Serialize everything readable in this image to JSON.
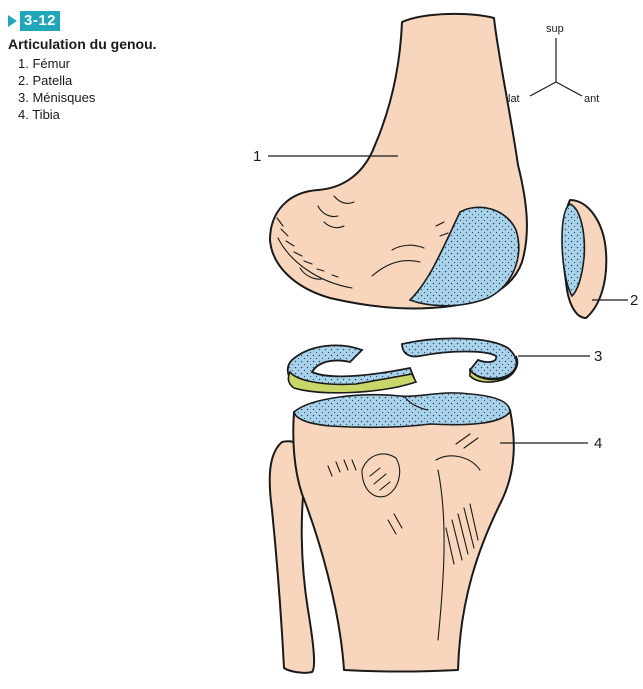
{
  "figure": {
    "number": "3-12",
    "title": "Articulation du genou.",
    "legend": [
      "1. Fémur",
      "2. Patella",
      "3. Ménisques",
      "4. Tibia"
    ],
    "callouts": [
      "1",
      "2",
      "3",
      "4"
    ],
    "orientation": {
      "up": "sup",
      "left": "lat",
      "right": "ant"
    }
  },
  "colors": {
    "accent": "#1fa6b8",
    "bone": "#f7d6bd",
    "cartilage": "#a9d3ea",
    "meniscus_rim": "#c9d66a"
  }
}
